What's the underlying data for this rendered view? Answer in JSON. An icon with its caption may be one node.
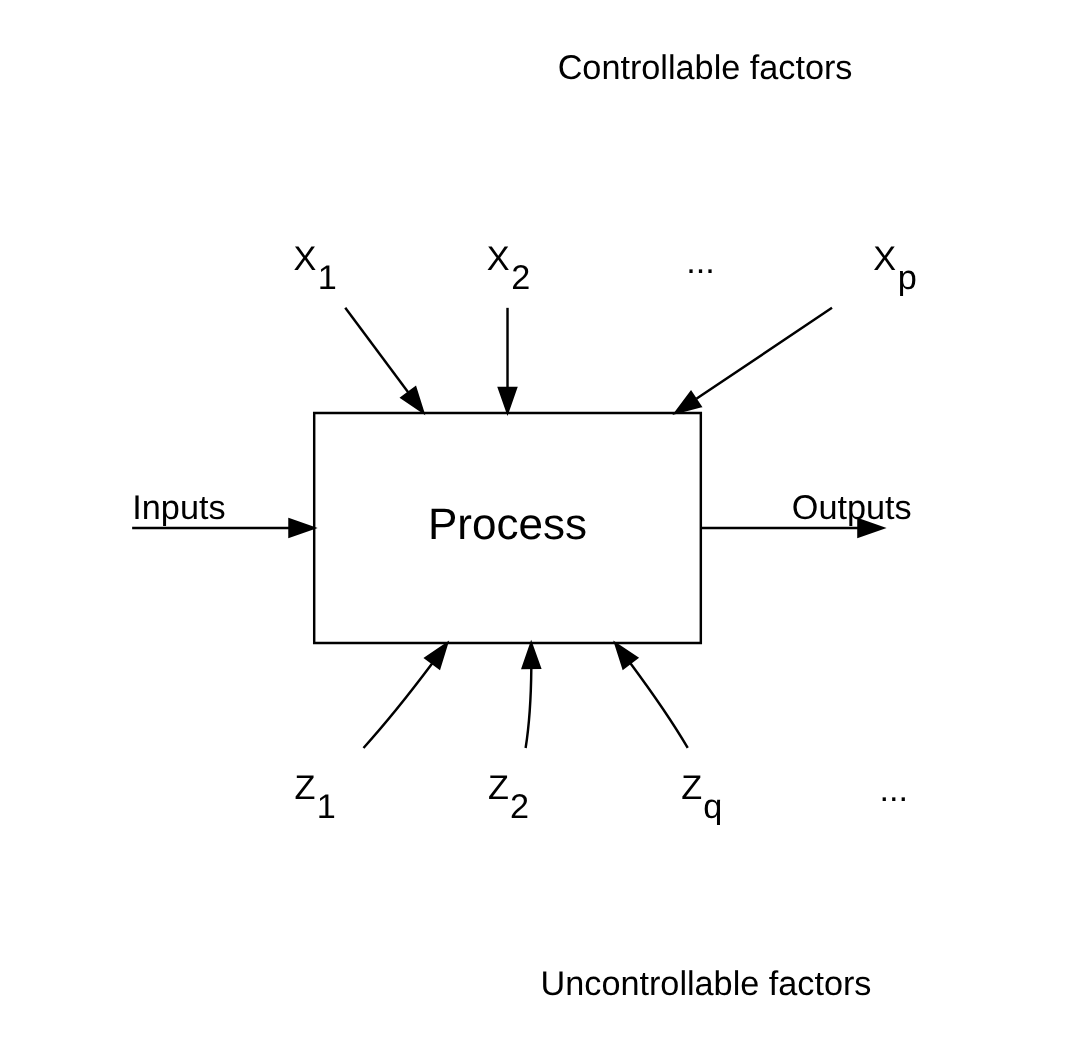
{
  "diagram": {
    "nodes": [
      {
        "text": [
          "Process"
        ]
      },
      {
        "text": [
          "X$_{1}$"
        ]
      },
      {
        "text": [
          "X$_{2}$"
        ]
      },
      {
        "text": [
          "X$_{p}$"
        ]
      },
      {
        "text": [
          "Z$_{1}$"
        ]
      },
      {
        "text": [
          "Z$_{2}$"
        ]
      },
      {
        "text": [
          "Z$_{q}$"
        ]
      }
    ],
    "edges": [
      {
        "from": null,
        "to": 0,
        "arrow": "to",
        "label": "Inputs"
      },
      {
        "from": 0,
        "to": null,
        "arrow": "to",
        "label": "Outputs"
      },
      {
        "from": 1,
        "to": 0,
        "arrow": "to"
      },
      {
        "from": 2,
        "to": 0,
        "arrow": "to"
      },
      {
        "from": 3,
        "to": 0,
        "arrow": "to"
      },
      {
        "from": 4,
        "to": 0,
        "arrow": "to"
      },
      {
        "from": 5,
        "to": 0,
        "arrow": "to"
      },
      {
        "from": 6,
        "to": 0,
        "arrow": "to"
      }
    ],
    "labels": [
      "Controllable factors",
      "...",
      "...",
      "Uncontrollable factors"
    ]
  }
}
